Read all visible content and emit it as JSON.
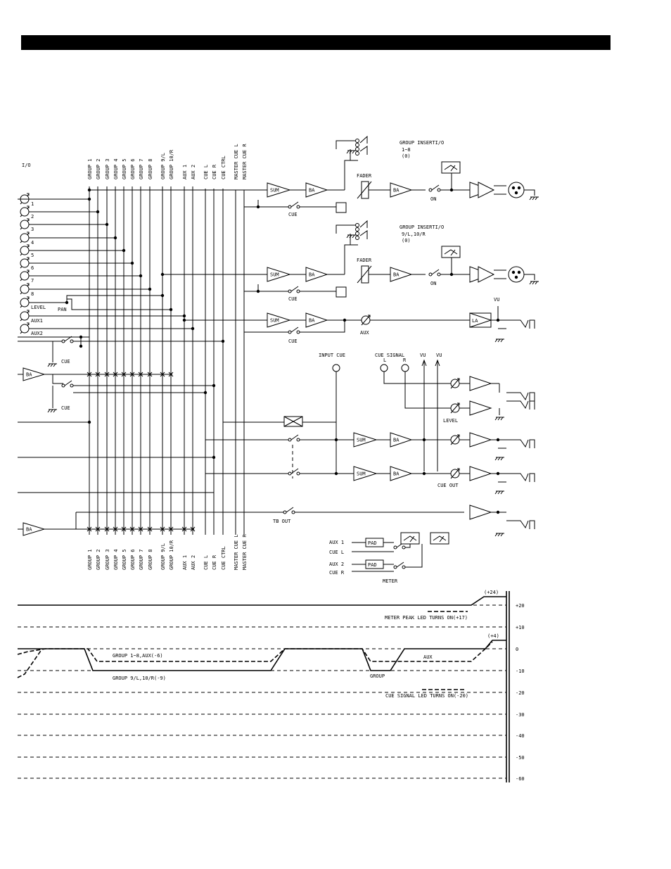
{
  "bus_labels": [
    "GROUP 1",
    "GROUP 2",
    "GROUP 3",
    "GROUP 4",
    "GROUP 5",
    "GROUP 6",
    "GROUP 7",
    "GROUP 8",
    "GROUP 9/L",
    "GROUP 10/R",
    "AUX 1",
    "AUX 2",
    "CUE L",
    "CUE R",
    "CUE CTRL",
    "MASTER CUE L",
    "MASTER CUE R"
  ],
  "io_label": "I/O",
  "input_labels": [
    "1",
    "2",
    "3",
    "4",
    "5",
    "6",
    "7",
    "8",
    "LEVEL",
    "AUX1",
    "AUX2"
  ],
  "pan_label": "PAN",
  "cue_label": "CUE",
  "ba_label": "BA",
  "sum_label": "SUM",
  "la_label": "LA",
  "fader_label": "FADER",
  "on_label": "ON",
  "aux_label": "AUX",
  "vu_label": "VU",
  "group_insert_1": {
    "title": "GROUP INSERTI/O",
    "sub1": "1~8",
    "sub2": "(0)"
  },
  "group_insert_2": {
    "title": "GROUP INSERTI/O",
    "sub1": "9/L,10/R",
    "sub2": "(0)"
  },
  "input_cue": "INPUT CUE",
  "cue_signal": "CUE SIGNAL",
  "cue_signal_l": "L",
  "cue_signal_r": "R",
  "level_label": "LEVEL",
  "cue_out": "CUE OUT",
  "tb_out": "TB OUT",
  "meter_section": {
    "aux1": "AUX 1",
    "cuel": "CUE L",
    "aux2": "AUX 2",
    "cuer": "CUE R",
    "pad": "PAD",
    "meter": "METER"
  },
  "level_diagram": {
    "db_scale": [
      "+20",
      "+10",
      "0",
      "-10",
      "-20",
      "-30",
      "-40",
      "-50",
      "-60"
    ],
    "top_value": "(+24)",
    "peak_value": "(+4)",
    "meter_peak": "METER PEAK LED TURNS ON(+17)",
    "cue_signal_led": "CUE SIGNAL LED TURNS ON(-20)",
    "group_aux": "GROUP 1~8,AUX(-6)",
    "group_9_10": "GROUP 9/L,10/R(-9)",
    "group_label": "GROUP",
    "aux_label": "AUX"
  }
}
